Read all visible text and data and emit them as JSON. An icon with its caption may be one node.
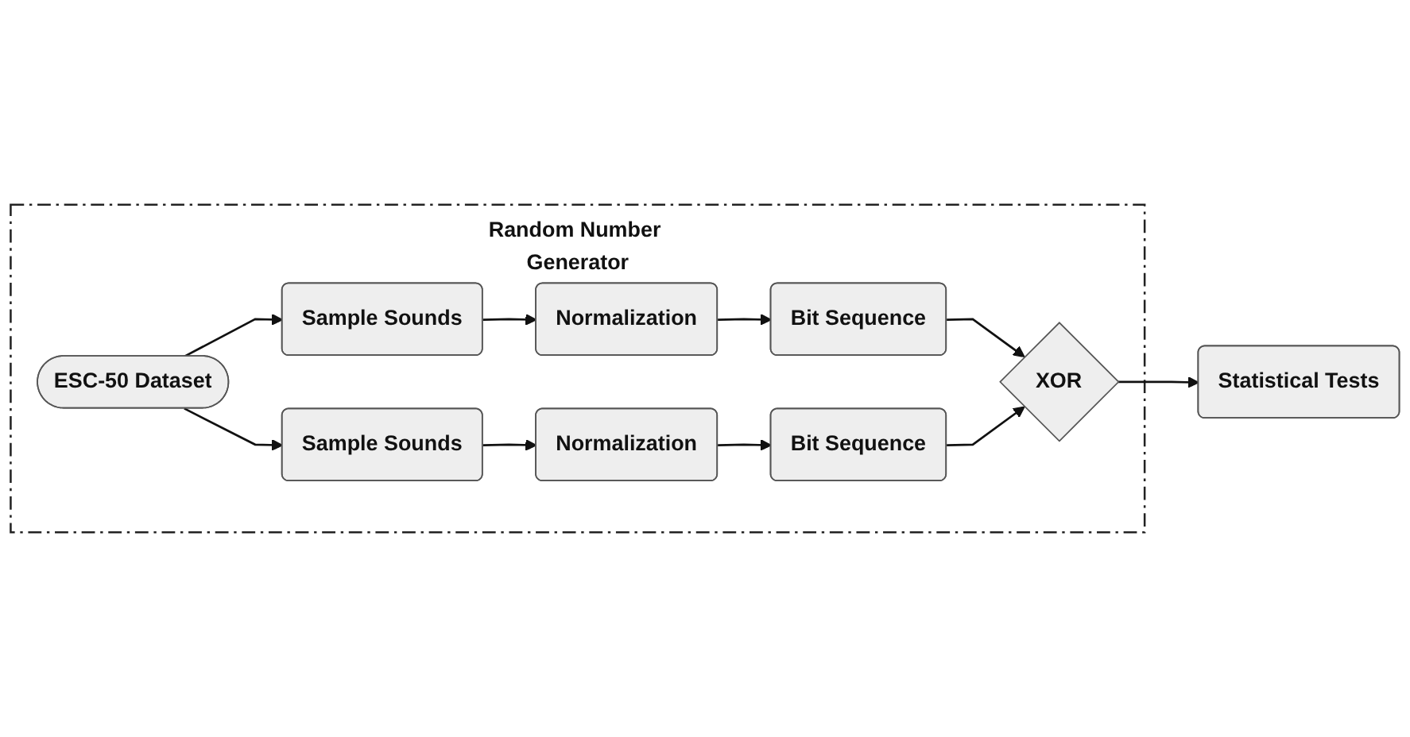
{
  "diagram": {
    "nodes": [
      {
        "text": [
          "Random Number Generator"
        ]
      },
      {
        "text": [
          "ESC-50 Dataset"
        ],
        "in": 0
      },
      {
        "text": [
          "Sample Sounds"
        ],
        "in": 0
      },
      {
        "text": [
          "Normalization"
        ],
        "in": 0
      },
      {
        "text": [
          "Bit Sequence"
        ],
        "in": 0
      },
      {
        "text": [
          "Sample Sounds"
        ],
        "in": 0
      },
      {
        "text": [
          "Normalization"
        ],
        "in": 0
      },
      {
        "text": [
          "Bit Sequence"
        ],
        "in": 0
      },
      {
        "text": [
          "XOR"
        ],
        "in": 0
      },
      {
        "text": [
          "Statistical Tests"
        ]
      }
    ],
    "edges": [
      {
        "from": 1,
        "to": 2,
        "arrow": "to"
      },
      {
        "from": 2,
        "to": 3,
        "arrow": "to"
      },
      {
        "from": 3,
        "to": 4,
        "arrow": "to"
      },
      {
        "from": 4,
        "to": 8,
        "arrow": "to"
      },
      {
        "from": 1,
        "to": 5,
        "arrow": "to"
      },
      {
        "from": 5,
        "to": 6,
        "arrow": "to"
      },
      {
        "from": 6,
        "to": 7,
        "arrow": "to"
      },
      {
        "from": 7,
        "to": 8,
        "arrow": "to"
      },
      {
        "from": 8,
        "to": 9,
        "arrow": "to"
      }
    ]
  }
}
